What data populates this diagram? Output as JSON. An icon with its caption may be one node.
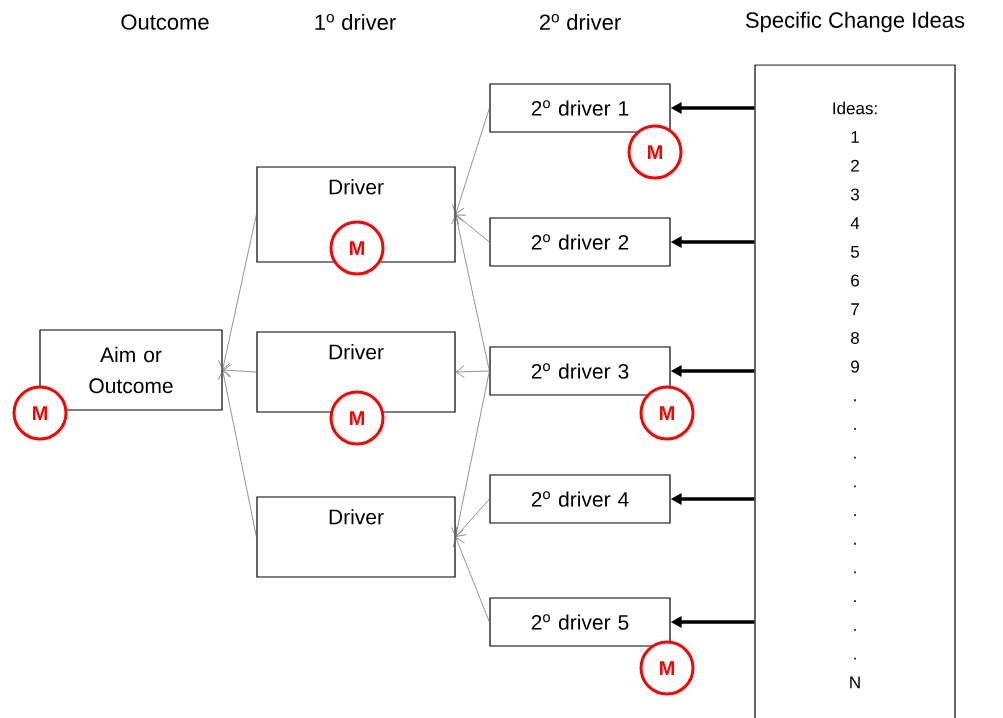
{
  "diagram": {
    "nodes": [
      {
        "text": [
          "Aim or Outcome"
        ]
      },
      {
        "text": [
          "Driver"
        ]
      },
      {
        "text": [
          "Driver"
        ]
      },
      {
        "text": [
          "Driver"
        ]
      },
      {
        "text": [
          "2$^{o}$ driver 1"
        ]
      },
      {
        "text": [
          "2$^{o}$ driver 2"
        ]
      },
      {
        "text": [
          "2$^{o}$ driver 3"
        ]
      },
      {
        "text": [
          "2$^{o}$ driver 4"
        ]
      },
      {
        "text": [
          "2$^{o}$ driver 5"
        ]
      },
      {
        "text": [
          "Ideas:",
          "1",
          "2",
          "3",
          "4",
          "5",
          "6",
          "7",
          "8",
          "9",
          ".",
          ".",
          ".",
          ".",
          ".",
          ".",
          ".",
          ".",
          ".",
          ".",
          "N"
        ]
      },
      {
        "text": [
          "M"
        ]
      },
      {
        "text": [
          "M"
        ]
      },
      {
        "text": [
          "M"
        ]
      },
      {
        "text": [
          "M"
        ]
      },
      {
        "text": [
          "M"
        ]
      },
      {
        "text": [
          "M"
        ]
      }
    ],
    "edges": [
      {
        "from": 4,
        "to": 1,
        "arrow": "to"
      },
      {
        "from": 5,
        "to": 1,
        "arrow": "to"
      },
      {
        "from": 6,
        "to": 1,
        "arrow": "to"
      },
      {
        "from": 6,
        "to": 2,
        "arrow": "to"
      },
      {
        "from": 6,
        "to": 3,
        "arrow": "to"
      },
      {
        "from": 7,
        "to": 3,
        "arrow": "to"
      },
      {
        "from": 8,
        "to": 3,
        "arrow": "to"
      },
      {
        "from": 1,
        "to": 0,
        "arrow": "to"
      },
      {
        "from": 2,
        "to": 0,
        "arrow": "to"
      },
      {
        "from": 3,
        "to": 0,
        "arrow": "to"
      },
      {
        "from": 9,
        "to": 4,
        "arrow": "to",
        "style": "thick",
        "color": "#000000"
      },
      {
        "from": 9,
        "to": 5,
        "arrow": "to",
        "style": "thick",
        "color": "#000000"
      },
      {
        "from": 9,
        "to": 6,
        "arrow": "to",
        "style": "thick",
        "color": "#000000"
      },
      {
        "from": 9,
        "to": 7,
        "arrow": "to",
        "style": "thick",
        "color": "#000000"
      },
      {
        "from": 9,
        "to": 8,
        "arrow": "to",
        "style": "thick",
        "color": "#000000"
      }
    ],
    "labels": [
      "Outcome",
      "1$^{o}$ driver",
      "2$^{o}$ driver",
      "Specific Change Ideas"
    ]
  }
}
